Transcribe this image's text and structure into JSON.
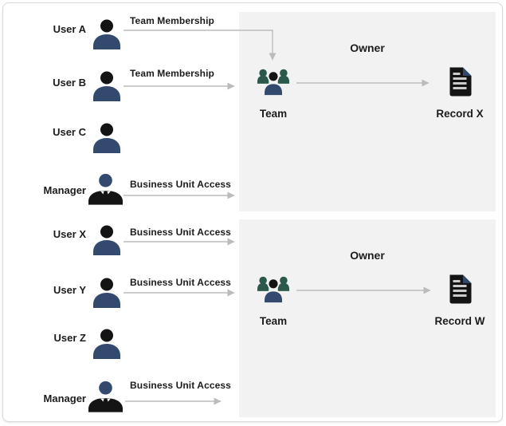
{
  "rows": [
    {
      "name": "User A",
      "role": "user",
      "relationship": "Team Membership"
    },
    {
      "name": "User B",
      "role": "user",
      "relationship": "Team Membership"
    },
    {
      "name": "User C",
      "role": "user",
      "relationship": null
    },
    {
      "name": "Manager",
      "role": "manager",
      "relationship": "Business Unit Access"
    },
    {
      "name": "User X",
      "role": "user",
      "relationship": "Business Unit Access"
    },
    {
      "name": "User Y",
      "role": "user",
      "relationship": "Business Unit Access"
    },
    {
      "name": "User Z",
      "role": "user",
      "relationship": null
    },
    {
      "name": "Manager",
      "role": "manager",
      "relationship": "Business Unit Access"
    }
  ],
  "groups": [
    {
      "owner_label": "Owner",
      "team_label": "Team",
      "record_label": "Record X"
    },
    {
      "owner_label": "Owner",
      "team_label": "Team",
      "record_label": "Record W"
    }
  ],
  "icons": {
    "user": "user-icon",
    "manager": "manager-icon",
    "team": "team-icon",
    "record": "record-icon"
  },
  "colors": {
    "person_body_navy": "#334A6E",
    "head_black": "#141414",
    "team_member_teal": "#2B594B",
    "record_fold_navy": "#2E4A6E",
    "arrow_gray": "#BBBBBB",
    "group_box_bg": "#F2F2F2",
    "frame_border": "#D9D9D9",
    "text": "#1C1C1C"
  }
}
